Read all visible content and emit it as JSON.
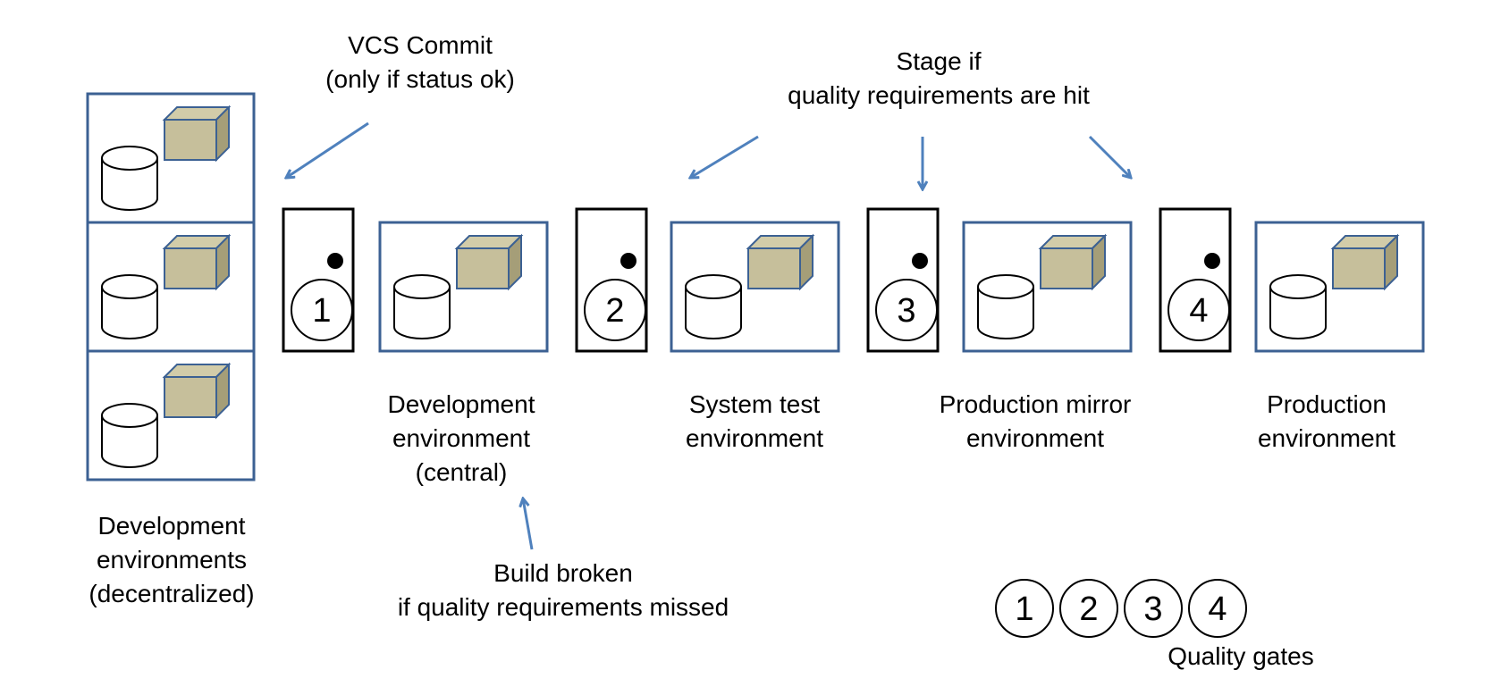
{
  "annotations": {
    "vcs_commit": "VCS Commit\n(only if status ok)",
    "stage_if": "Stage if\nquality requirements are hit",
    "build_broken": "Build broken\nif quality requirements missed"
  },
  "environments": {
    "dev_decentralized": "Development\nenvironments\n(decentralized)",
    "dev_central": "Development\nenvironment\n(central)",
    "system_test": "System test\nenvironment",
    "production_mirror": "Production mirror\nenvironment",
    "production": "Production\nenvironment"
  },
  "gates": [
    "1",
    "2",
    "3",
    "4"
  ],
  "legend": {
    "numbers": [
      "1",
      "2",
      "3",
      "4"
    ],
    "label": "Quality gates"
  },
  "colors": {
    "env_border": "#3c6193",
    "arrow": "#4f81bd",
    "box_fill": "#c6bf9b",
    "box_top": "#d2cca9",
    "box_side": "#a59e78",
    "box_stroke": "#3c6193"
  }
}
